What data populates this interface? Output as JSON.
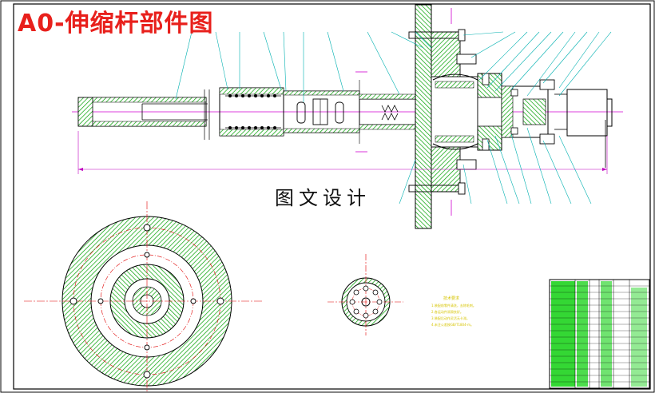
{
  "title": "A0-伸缩杆部件图",
  "watermark": "图文设计",
  "colors": {
    "title": "#e8201c",
    "outline": "#000000",
    "hatch": "#00a000",
    "center_line": "#e00000",
    "leader": "#00b0b0",
    "axis_magenta": "#d000d0",
    "dimension": "#c000c0",
    "notes": "#d6c400",
    "table_fill": "#11d011"
  },
  "views": [
    "main-section-view",
    "left-end-view",
    "flange-end-view",
    "parts-list-table"
  ],
  "notes_title": "技术要求",
  "notes_lines": [
    "1.装配前零件清洗，去除毛刺。",
    "2.各运动件润滑良好。",
    "3.装配后动作灵活无卡滞。",
    "4.未注公差按GB/T1804-m。"
  ]
}
